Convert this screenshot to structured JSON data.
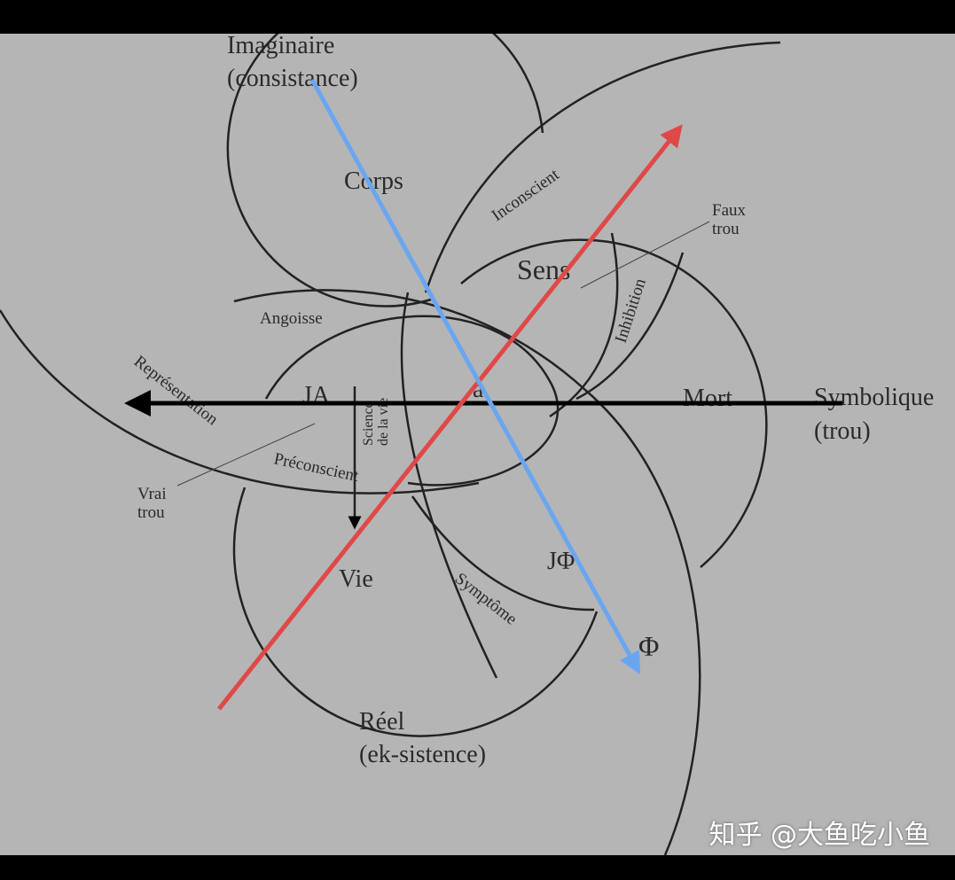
{
  "labels": {
    "imaginaire": "Imaginaire",
    "imaginaire_sub": "(consistance)",
    "symbolique": "Symbolique",
    "symbolique_sub": "(trou)",
    "reel": "Réel",
    "reel_sub": "(ek-sistence)",
    "corps": "Corps",
    "inconscient": "Inconscient",
    "faux_trou_1": "Faux",
    "faux_trou_2": "trou",
    "sens": "Sens",
    "inhibition": "Inhibition",
    "angoisse": "Angoisse",
    "ja": "JA",
    "science_1": "Science",
    "science_2": "de la vie",
    "objet_a": "a",
    "mort": "Mort",
    "representation": "Représentation",
    "preconscient": "Préconscient",
    "vrai_trou_1": "Vrai",
    "vrai_trou_2": "trou",
    "vie": "Vie",
    "j_phi": "JΦ",
    "symptome": "Symptôme",
    "phi": "Φ"
  },
  "watermark": "知乎 @大鱼吃小鱼",
  "colors": {
    "blue_arrow": "#6aa6f0",
    "red_arrow": "#e04848",
    "black_arrow": "#000000"
  }
}
